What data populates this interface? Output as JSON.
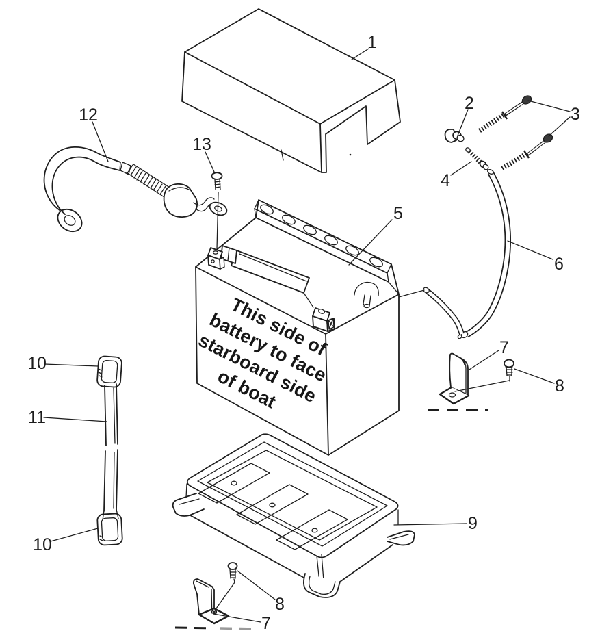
{
  "figure": {
    "type": "exploded-parts-diagram",
    "subject": "battery assembly",
    "background": "#ffffff",
    "line_color": "#1e1e1e"
  },
  "battery_note": {
    "lines": [
      "This side of",
      "battery to face",
      "starboard side",
      "of boat"
    ]
  },
  "labels": {
    "n1": "1",
    "n2": "2",
    "n3": "3",
    "n4": "4",
    "n5": "5",
    "n6": "6",
    "n7a": "7",
    "n7b": "7",
    "n8a": "8",
    "n8b": "8",
    "n9": "9",
    "n10a": "10",
    "n10b": "10",
    "n11": "11",
    "n12": "12",
    "n13": "13"
  }
}
